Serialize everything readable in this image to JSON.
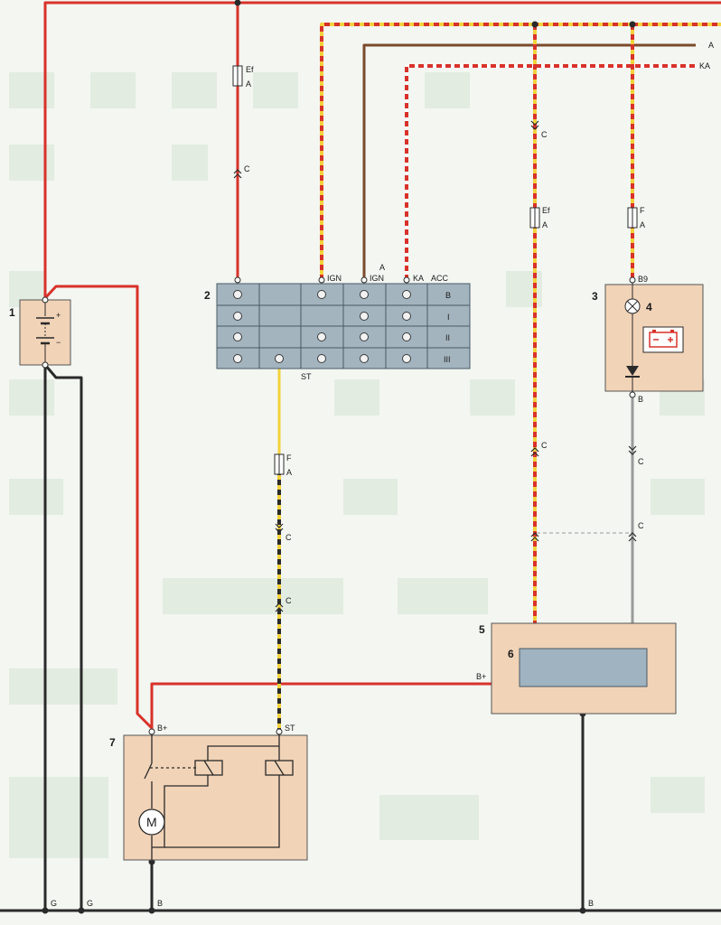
{
  "wire_labels": {
    "top_a": "A",
    "top_ka": "KA",
    "ef": "Ef",
    "a": "A",
    "c": "C",
    "f": "F",
    "b9": "B9",
    "b": "B",
    "b_plus": "B+",
    "st": "ST",
    "g": "G"
  },
  "components": {
    "battery": "1",
    "ignition_switch": "2",
    "instrument_cluster": "3",
    "charge_warning_lamp": "4",
    "generator": "5",
    "regulator": "6",
    "starter": "7"
  },
  "ignition_switch": {
    "terminal_labels": [
      "IGN",
      "A",
      "IGN",
      "KA",
      "ACC"
    ],
    "positions": [
      "B",
      "I",
      "II",
      "III"
    ],
    "st_label": "ST"
  },
  "battery": {
    "plus": "+",
    "minus": "−"
  },
  "starter": {
    "motor": "M"
  },
  "colors": {
    "red": "#d8322a",
    "yellow": "#f3d23c",
    "brown": "#7b4a2d",
    "black": "#2a2a2a",
    "grey": "#9a9a9a",
    "component_fill": "#f1d3b7",
    "switch_fill": "#a3b4bf",
    "regulator_fill": "#9fb3c0"
  },
  "icons": {
    "lamp": "lamp-icon",
    "battery_warning": "battery-warning-icon",
    "diode": "diode-icon",
    "fuse": "fuse-icon",
    "connector": "connector-icon",
    "motor": "motor-icon"
  }
}
